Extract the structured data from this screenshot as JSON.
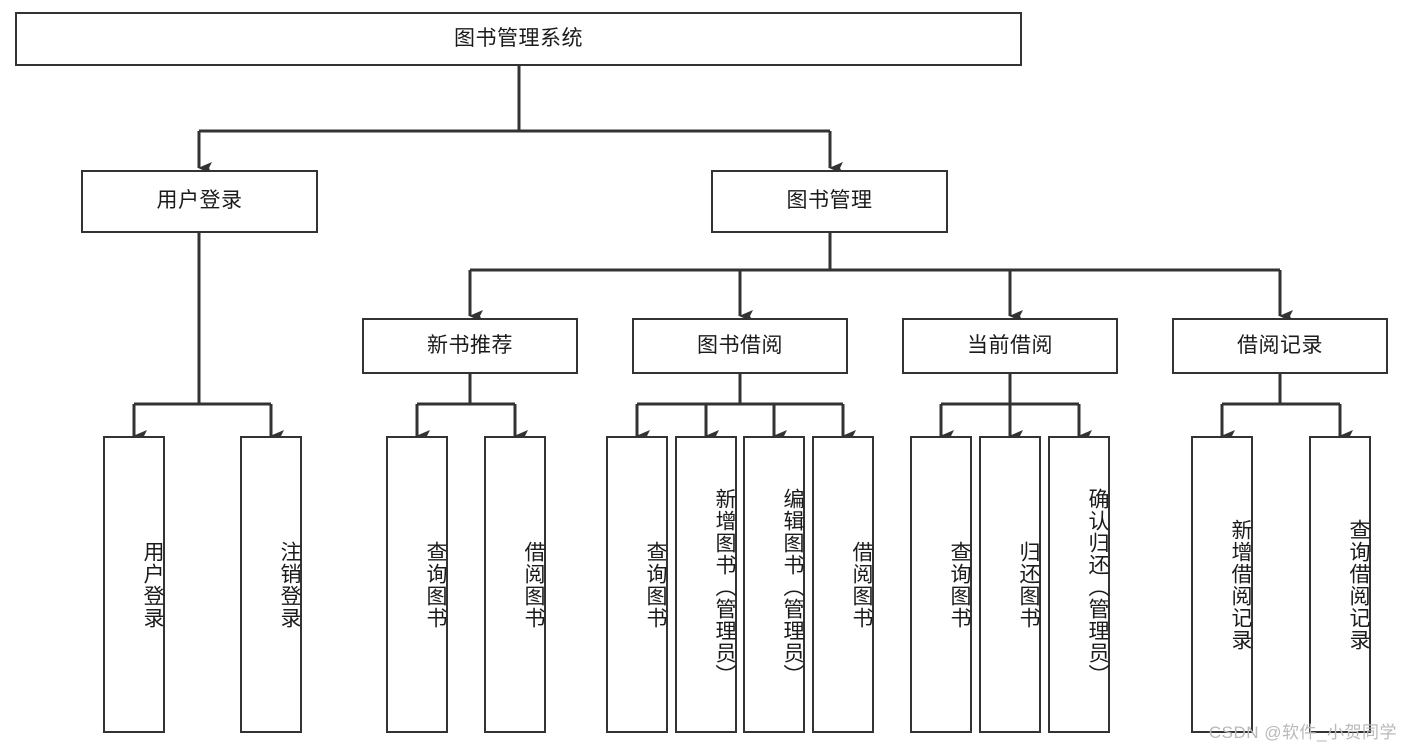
{
  "diagram": {
    "title": "图书管理系统",
    "type": "functional-structure-tree",
    "colors": {
      "box_border": "#333333",
      "box_fill": "#ffffff",
      "connector": "#333333",
      "text": "#1b1b1b",
      "watermark": "#b9b9b9",
      "background": "#ffffff"
    },
    "root": {
      "label": "图书管理系统"
    },
    "level2": [
      {
        "label": "用户登录"
      },
      {
        "label": "图书管理"
      }
    ],
    "level3": [
      {
        "label": "新书推荐"
      },
      {
        "label": "图书借阅"
      },
      {
        "label": "当前借阅"
      },
      {
        "label": "借阅记录"
      }
    ],
    "leaves": {
      "user_login": [
        {
          "label": "用户登录"
        },
        {
          "label": "注销登录"
        }
      ],
      "new_book_recommend": [
        {
          "label": "查询图书"
        },
        {
          "label": "借阅图书"
        }
      ],
      "book_borrow": [
        {
          "label": "查询图书"
        },
        {
          "label": "新增图书（管理员）"
        },
        {
          "label": "编辑图书（管理员）"
        },
        {
          "label": "借阅图书"
        }
      ],
      "current_borrow": [
        {
          "label": "查询图书"
        },
        {
          "label": "归还图书"
        },
        {
          "label": "确认归还（管理员）"
        }
      ],
      "borrow_record": [
        {
          "label": "新增借阅记录"
        },
        {
          "label": "查询借阅记录"
        }
      ]
    }
  },
  "watermark": {
    "text": "CSDN @软件_小贺同学"
  }
}
